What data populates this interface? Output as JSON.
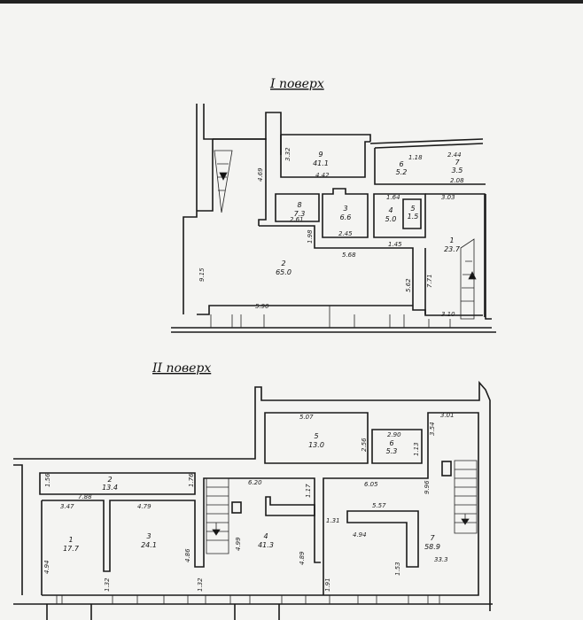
{
  "floor1": {
    "title": "I поверх",
    "rooms": [
      {
        "num": "9",
        "area": "41.1"
      },
      {
        "num": "8",
        "area": "7.3"
      },
      {
        "num": "3",
        "area": "6.6"
      },
      {
        "num": "6",
        "area": "5.2"
      },
      {
        "num": "7",
        "area": "3.5"
      },
      {
        "num": "4",
        "area": "5.0"
      },
      {
        "num": "5",
        "area": "1.5"
      },
      {
        "num": "1",
        "area": "23.7"
      },
      {
        "num": "2",
        "area": "65.0"
      }
    ],
    "dims": [
      "3.32",
      "4.42",
      "4.69",
      "1.18",
      "2.44",
      "2.08",
      "1.64",
      "3.03",
      "2.61",
      "2.45",
      "5.68",
      "1.45",
      "5.90",
      "3.10",
      "9.15",
      "5.62",
      "7.71",
      "1.98"
    ]
  },
  "floor2": {
    "title": "II поверх",
    "rooms": [
      {
        "num": "1",
        "area": "17.7"
      },
      {
        "num": "2",
        "area": "13.4"
      },
      {
        "num": "3",
        "area": "24.1"
      },
      {
        "num": "4",
        "area": "41.3"
      },
      {
        "num": "5",
        "area": "13.0"
      },
      {
        "num": "6",
        "area": "5.3"
      },
      {
        "num": "7",
        "area": "58.9"
      }
    ],
    "dims": [
      "5.07",
      "2.56",
      "2.90",
      "1.13",
      "3.54",
      "3.01",
      "1.56",
      "7.88",
      "1.76",
      "3.47",
      "4.79",
      "4.94",
      "4.86",
      "1.32",
      "1.32",
      "6.20",
      "4.99",
      "4.89",
      "1.17",
      "6.05",
      "5.57",
      "1.31",
      "4.94",
      "9.96",
      "1.53",
      "1.91",
      "33.3"
    ]
  }
}
